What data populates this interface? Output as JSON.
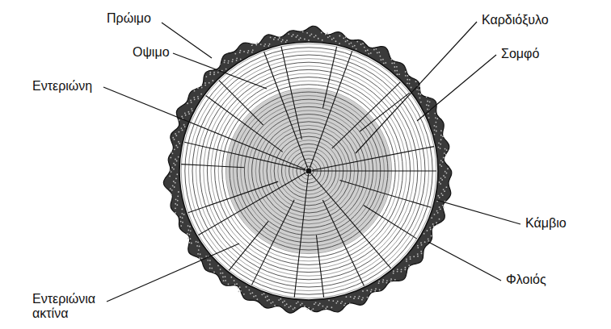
{
  "diagram": {
    "labels": [
      "Πρώιμο",
      "Οψιμο",
      "Εντεριώνη",
      "Εντεριώνια ακτίνα",
      "Καρδιόξυλο",
      "Σομφό",
      "Κάμβιο",
      "Φλοιός"
    ]
  }
}
